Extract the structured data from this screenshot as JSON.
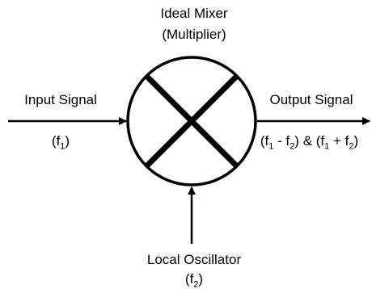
{
  "mixer": {
    "title_line1": "Ideal Mixer",
    "title_line2": "(Multiplier)"
  },
  "input": {
    "label": "Input Signal",
    "freq_open": "(f",
    "freq_sub": "1",
    "freq_close": ")"
  },
  "output": {
    "label": "Output Signal",
    "p1_open": "(f",
    "p1_sub": "1",
    "p1_mid": " - f",
    "p1_sub2": "2",
    "p1_close": ")",
    "amp": " & ",
    "p2_open": "(f",
    "p2_sub": "1",
    "p2_mid": " + f",
    "p2_sub2": "2",
    "p2_close": ")"
  },
  "local_oscillator": {
    "label": "Local Oscillator",
    "freq_open": "(f",
    "freq_sub": "2",
    "freq_close": ")"
  },
  "colors": {
    "stroke": "#000000",
    "background": "#ffffff"
  }
}
